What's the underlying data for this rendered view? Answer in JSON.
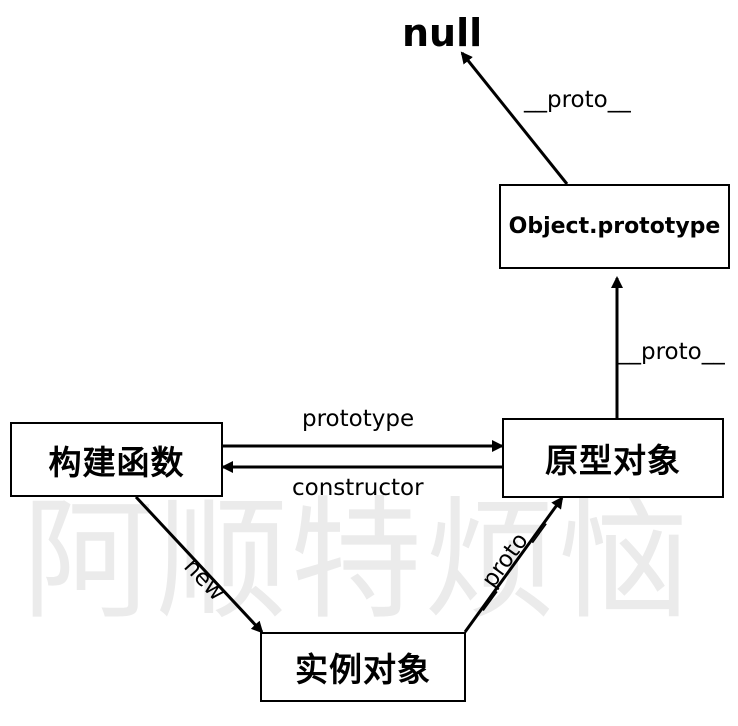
{
  "watermark": "阿顺特烦恼",
  "nodes": {
    "null": "null",
    "object_prototype": "Object.prototype",
    "constructor_fn": "构建函数",
    "prototype_obj": "原型对象",
    "instance_obj": "实例对象"
  },
  "edges": {
    "proto_to_null": "__proto__",
    "proto_to_object_prototype": "__proto__",
    "prototype": "prototype",
    "constructor": "constructor",
    "new": "new",
    "instance_proto": "__proto__"
  }
}
